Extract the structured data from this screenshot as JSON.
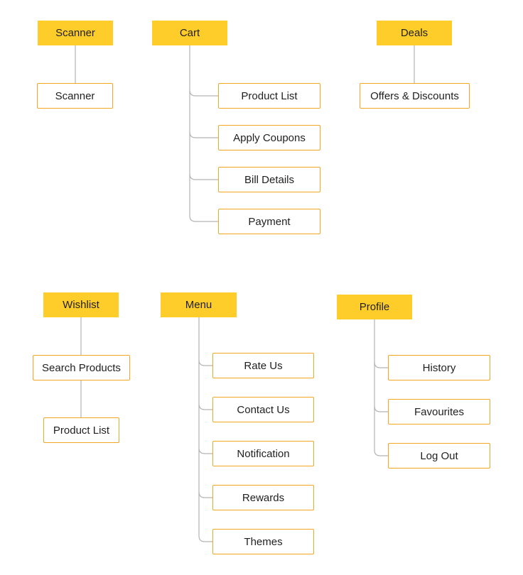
{
  "colors": {
    "header_fill": "#ffcd29",
    "child_border": "#f5a623",
    "connector": "#b3b3b3"
  },
  "scanner": {
    "title": "Scanner",
    "items": [
      "Scanner"
    ]
  },
  "cart": {
    "title": "Cart",
    "items": [
      "Product List",
      "Apply Coupons",
      "Bill Details",
      "Payment"
    ]
  },
  "deals": {
    "title": "Deals",
    "items": [
      "Offers & Discounts"
    ]
  },
  "wishlist": {
    "title": "Wishlist",
    "items": [
      "Search Products",
      "Product List"
    ]
  },
  "menu": {
    "title": "Menu",
    "items": [
      "Rate Us",
      "Contact Us",
      "Notification",
      "Rewards",
      "Themes"
    ]
  },
  "profile": {
    "title": "Profile",
    "items": [
      "History",
      "Favourites",
      "Log Out"
    ]
  }
}
